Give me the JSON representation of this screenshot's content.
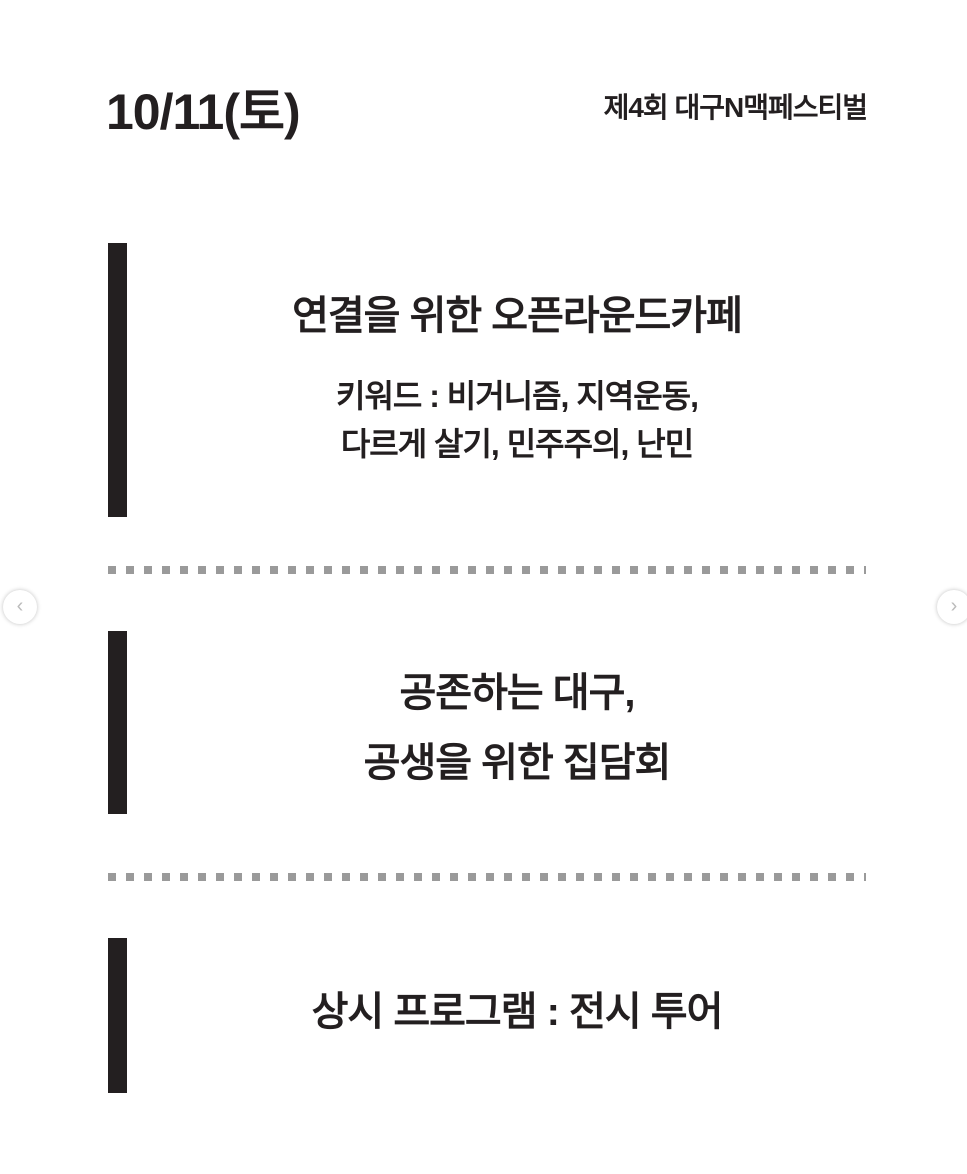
{
  "header": {
    "date": "10/11(토)",
    "festival": "제4회 대구N맥페스티벌"
  },
  "sections": [
    {
      "title": "연결을 위한 오픈라운드카페",
      "keywords_line1": "키워드 : 비거니즘, 지역운동,",
      "keywords_line2": "다르게 살기, 민주주의, 난민"
    },
    {
      "title_line1": "공존하는 대구,",
      "title_line2": "공생을 위한 집담회"
    },
    {
      "title": "상시 프로그램 : 전시 투어"
    }
  ],
  "nav": {
    "prev": "‹",
    "next": "›"
  }
}
